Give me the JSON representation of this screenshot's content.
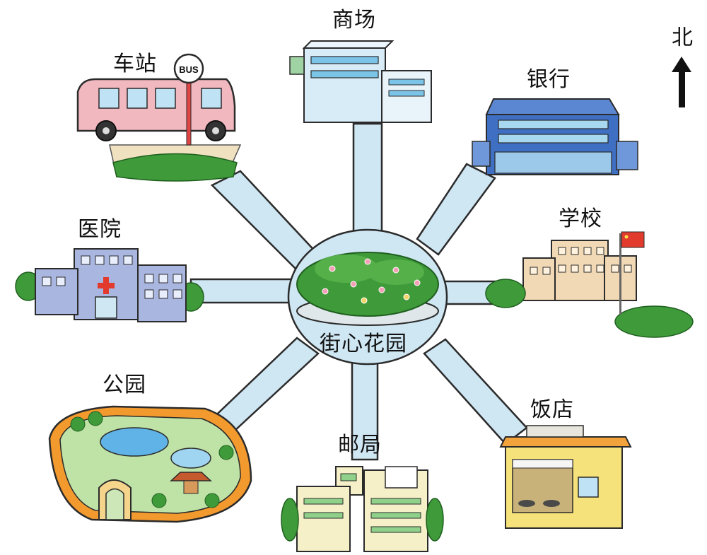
{
  "title": "",
  "compass": {
    "label": "北"
  },
  "center": {
    "label": "街心花园"
  },
  "places": {
    "station": {
      "label": "车站",
      "sign": "BUS"
    },
    "mall": {
      "label": "商场"
    },
    "bank": {
      "label": "银行"
    },
    "school": {
      "label": "学校"
    },
    "hospital": {
      "label": "医院"
    },
    "park": {
      "label": "公园"
    },
    "post": {
      "label": "邮局"
    },
    "restaurant": {
      "label": "饭店"
    }
  },
  "colors": {
    "road": "#cfe6f3",
    "road_edge": "#2b2b2b",
    "foliage": "#3f9a3a",
    "foliage_dark": "#2a7a2a",
    "bus": "#f2b8bf",
    "mall_wall": "#d7ecf7",
    "bank_blue": "#3f6fc2",
    "school_wall": "#f2d9b5",
    "hospital_wall": "#a9b6e0",
    "restaurant_wall": "#f6e27a",
    "park_rim": "#f39a2e",
    "flag": "#e23b2e"
  }
}
